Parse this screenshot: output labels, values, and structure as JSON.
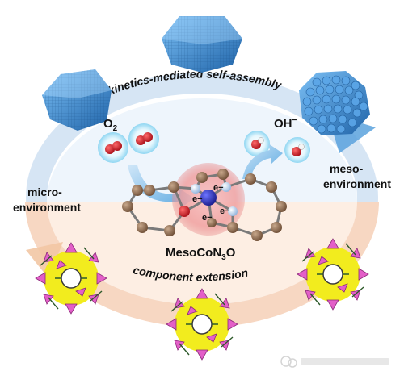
{
  "labels": {
    "top_arc": "kinetics-mediated self-assembly",
    "bottom_arc": "component extension",
    "micro_line1": "micro-",
    "micro_line2": "environment",
    "meso_line1": "meso-",
    "meso_line2": "environment",
    "o2_main": "O",
    "o2_sub": "2",
    "oh": "OH",
    "oh_sup": "−",
    "electron": "e−",
    "compound_a": "MesoCoN",
    "compound_sub": "3",
    "compound_b": "O"
  },
  "colors": {
    "top_band": "#cfe0f2",
    "bottom_band": "#f6d2b8",
    "top_text": "#3d83c2",
    "bottom_text": "#e07a1f",
    "crystal": "#3f8fd6",
    "ring_carbon": "#8a6a52",
    "cobalt": "#2a2fb8",
    "oxygen": "#d8202a",
    "nitrogen": "#a8c8ee",
    "glow": "#f2a0a0",
    "mof_yellow": "#f2ec1e",
    "mof_pink": "#e35fc8"
  },
  "icons": [
    "crystal-icon",
    "o2-molecule-icon",
    "oh-molecule-icon",
    "mof-cluster-icon",
    "watermark-icon"
  ]
}
